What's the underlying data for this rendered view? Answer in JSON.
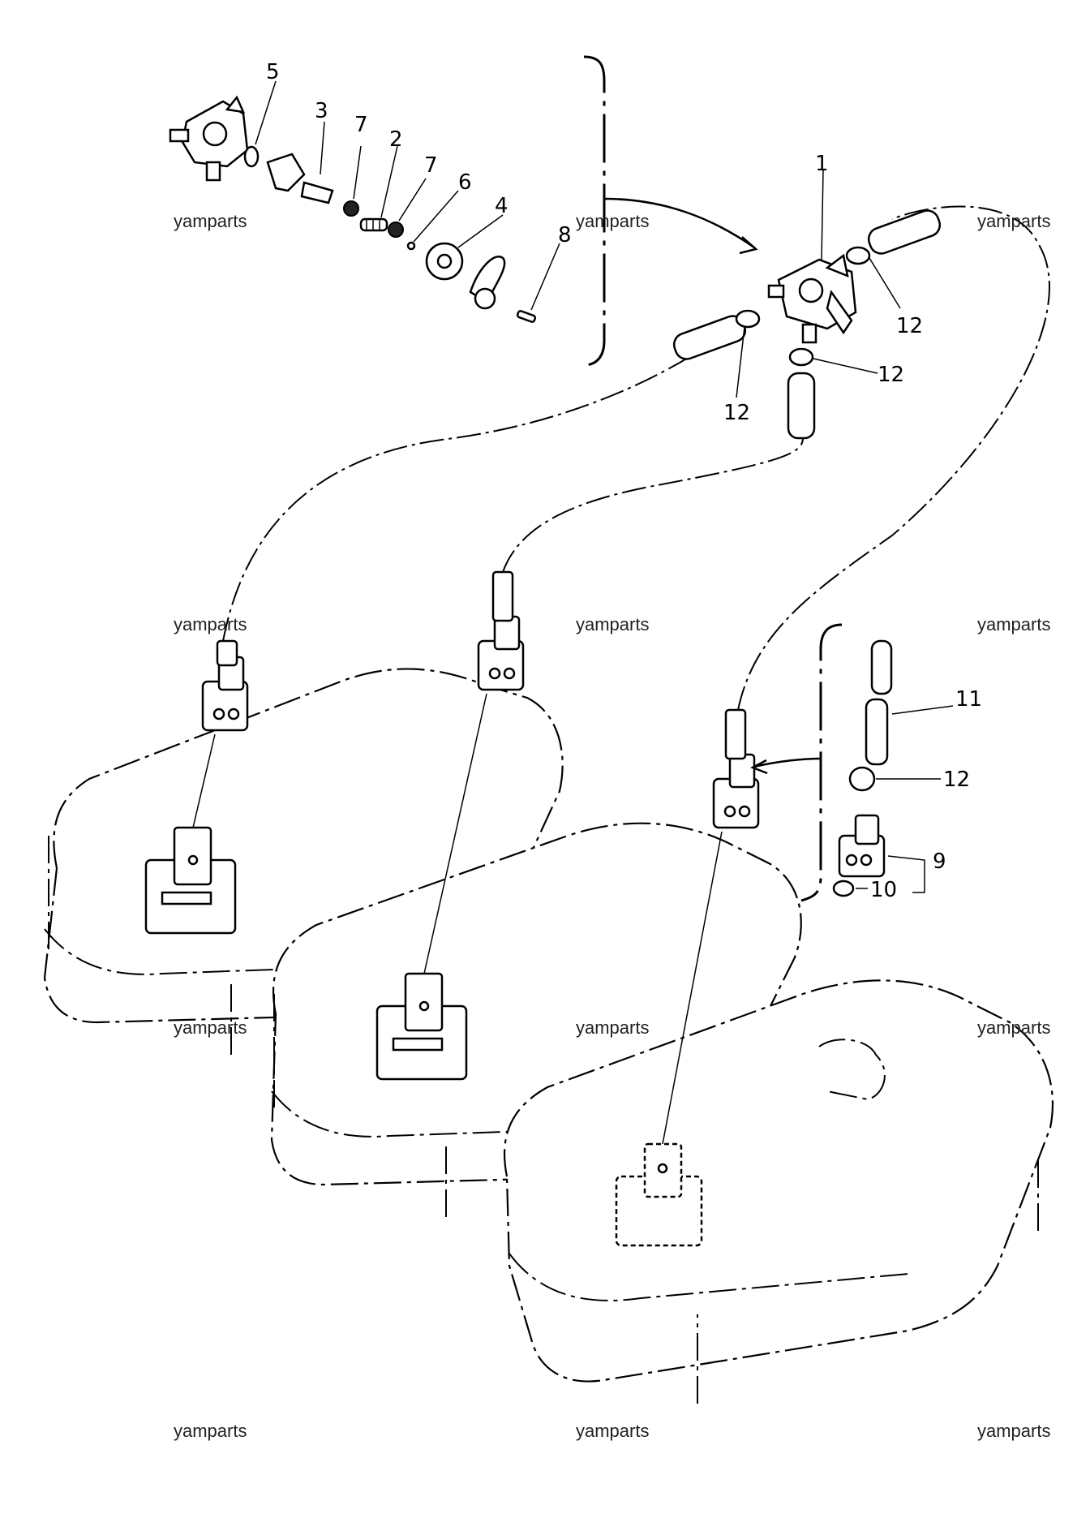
{
  "callouts": {
    "c1": "1",
    "c2": "2",
    "c3": "3",
    "c4": "4",
    "c5": "5",
    "c6": "6",
    "c7a": "7",
    "c7b": "7",
    "c8": "8",
    "c9": "9",
    "c10": "10",
    "c11": "11",
    "c12a": "12",
    "c12b": "12",
    "c12c": "12",
    "c12d": "12"
  },
  "watermark": "yamparts"
}
